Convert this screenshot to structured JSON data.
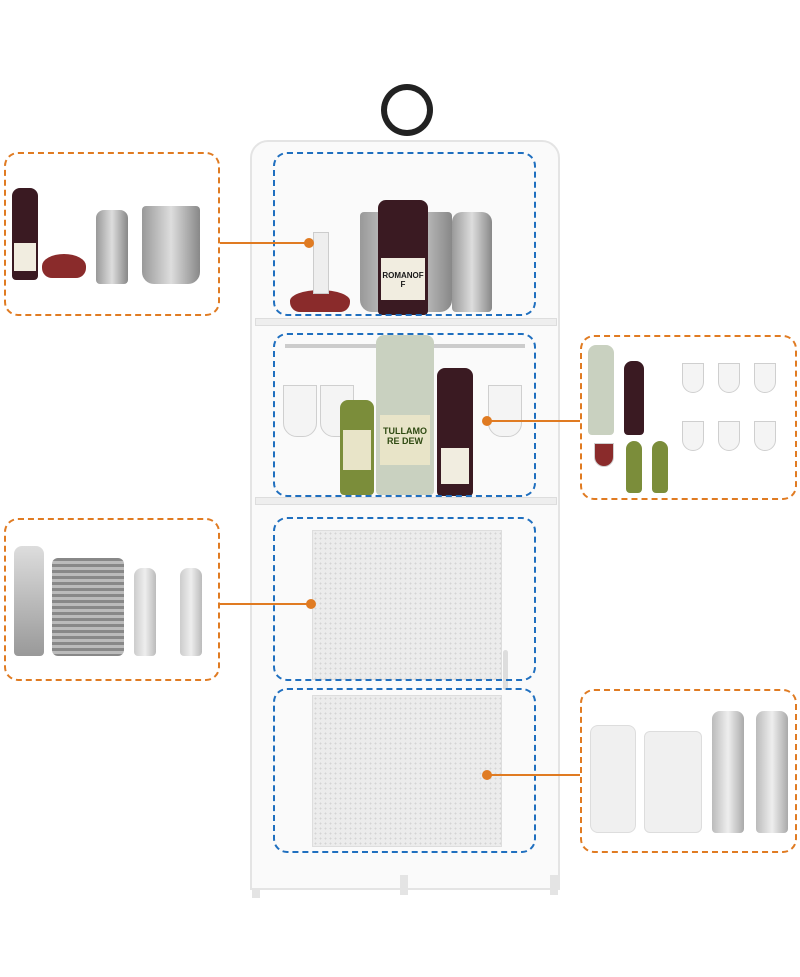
{
  "product": {
    "bottle_labels": [
      "ROMANOFF",
      "TULLAMORE DEW"
    ]
  },
  "colors": {
    "shelf_highlight": "#1f6fbf",
    "callout": "#e07b22",
    "cabinet": "#fafafa"
  },
  "callouts": [
    {
      "shelf": "top",
      "items": [
        "wine-bottle",
        "decanter",
        "cocktail-shaker",
        "ice-bucket"
      ]
    },
    {
      "shelf": "glass-rack",
      "items": [
        "liquor-bottle",
        "wine-bottle",
        "wine-glasses"
      ]
    },
    {
      "shelf": "upper-cabinet",
      "items": [
        "champagne-bottle",
        "ice-bucket",
        "bottles"
      ]
    },
    {
      "shelf": "lower-cabinet",
      "items": [
        "shaker",
        "ice-bucket",
        "bottles"
      ]
    }
  ]
}
